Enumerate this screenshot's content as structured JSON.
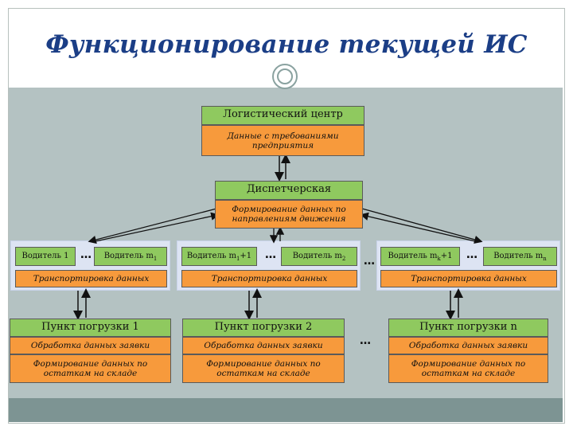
{
  "title": "Функционирование текущей ИС",
  "logistics": {
    "header": "Логистический центр",
    "sub": "Данные с требованиями предприятия"
  },
  "dispatch": {
    "header": "Диспетчерская",
    "sub": "Формирование данных по направлениям движения"
  },
  "groups": [
    {
      "driver_a": "Водитель 1",
      "driver_b_base": "Водитель m",
      "driver_b_sub": "1",
      "transport": "Транспортировка данных"
    },
    {
      "driver_a_base": "Водитель m",
      "driver_a_sub": "1",
      "driver_a_suffix": "+1",
      "driver_b_base": "Водитель m",
      "driver_b_sub": "2",
      "transport": "Транспортировка данных"
    },
    {
      "driver_a_base": "Водитель m",
      "driver_a_sub": "k",
      "driver_a_suffix": "+1",
      "driver_b_base": "Водитель m",
      "driver_b_sub": "n",
      "transport": "Транспортировка данных"
    }
  ],
  "points": [
    {
      "header": "Пункт погрузки 1",
      "row1": "Обработка данных заявки",
      "row2": "Формирование данных по остаткам на складе"
    },
    {
      "header": "Пункт погрузки 2",
      "row1": "Обработка данных заявки",
      "row2": "Формирование данных по остаткам на складе"
    },
    {
      "header": "Пункт погрузки n",
      "row1": "Обработка данных заявки",
      "row2": "Формирование данных по остаткам на складе"
    }
  ],
  "ellipsis": "…",
  "colors": {
    "green": "#8fc95f",
    "orange": "#f79a3c",
    "panel": "#b4c2c2",
    "title": "#1b3e86"
  }
}
